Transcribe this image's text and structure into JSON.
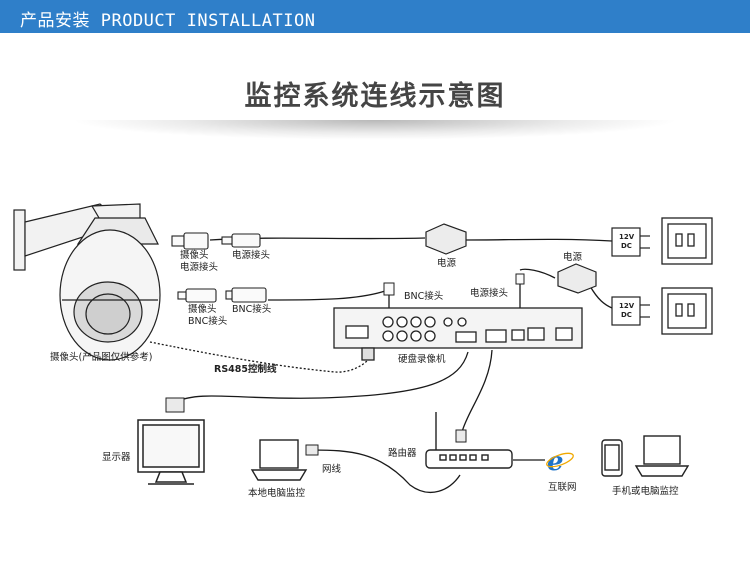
{
  "header": {
    "section_title": "产品安装 PRODUCT INSTALLATION"
  },
  "diagram": {
    "title": "监控系统连线示意图",
    "labels": {
      "camera_connector": "摄像头",
      "camera_power_connector": "电源接头",
      "power_connector": "电源接头",
      "camera_bnc_prefix": "摄像头",
      "camera_bnc_connector": "BNC接头",
      "bnc_connector": "BNC接头",
      "camera": "摄像头(产品图仅供参考)",
      "rs485": "RS485控制线",
      "power_supply_1": "电源",
      "power_supply_2": "电源",
      "dvr_bnc": "BNC接头",
      "dvr_power": "电源接头",
      "dvr": "硬盘录像机",
      "adapter_voltage_1": "12V",
      "adapter_dc_1": "DC",
      "adapter_voltage_2": "12V",
      "adapter_dc_2": "DC",
      "monitor": "显示器",
      "laptop_local": "本地电脑监控",
      "network_cable": "网线",
      "router": "路由器",
      "internet": "互联网",
      "remote_monitor": "手机或电脑监控"
    }
  },
  "colors": {
    "header_bg": "#2f7fc9",
    "line": "#1a1a1a",
    "ie_blue": "#1e73c8"
  }
}
